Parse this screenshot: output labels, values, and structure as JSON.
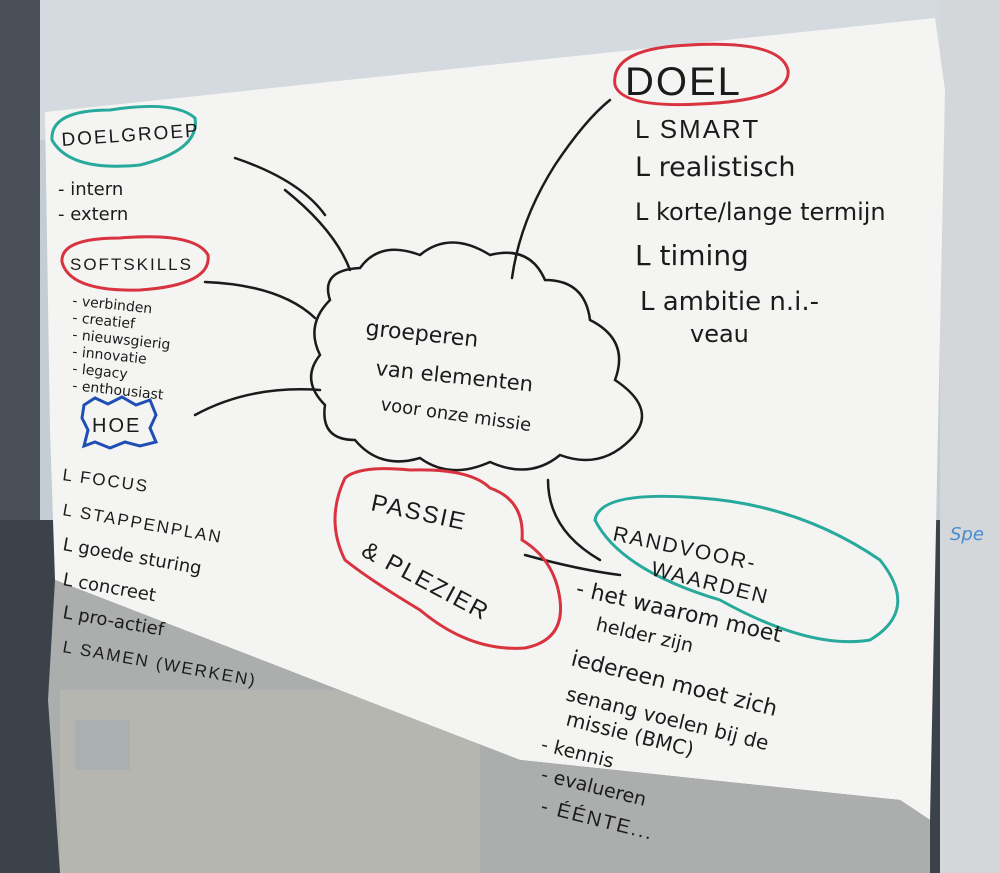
{
  "colors": {
    "paper": "#f4f4f2",
    "ink": "#1b1b1b",
    "red_marker": "#d8333f",
    "teal_marker": "#27a99b",
    "blue_marker": "#1f4fb5",
    "sky": "#c9d0d7",
    "water": "#6f6b52",
    "frame": "#3d4248"
  },
  "center": {
    "lines": [
      "groeperen",
      "van elementen",
      "voor onze missie"
    ]
  },
  "doelgroep": {
    "title": "DOELGROEP",
    "items": [
      "- intern",
      "- extern"
    ]
  },
  "softskills": {
    "title": "SOFTSKILLS",
    "items": [
      "- verbinden",
      "- creatief",
      "- nieuwsgierig",
      "- innovatie",
      "- legacy",
      "- enthousiast"
    ]
  },
  "hoe": {
    "title": "HOE",
    "items": [
      "L FOCUS",
      "L STAPPENPLAN",
      "L goede sturing",
      "L concreet",
      "L pro-actief",
      "L SAMEN (WERKEN)"
    ]
  },
  "doel": {
    "title": "DOEL",
    "items": [
      "L SMART",
      "L realistisch",
      "L korte/lange termijn",
      "L timing",
      "L ambitie n.i.-",
      "veau"
    ]
  },
  "passie": {
    "lines": [
      "PASSIE",
      "& PLEZIER"
    ]
  },
  "randvoorwaarden": {
    "lines": [
      "RANDVOOR-",
      "WAARDEN"
    ],
    "items": [
      "- het waarom moet",
      "helder zijn",
      "iedereen moet zich",
      "senang voelen bij de",
      "missie (BMC)",
      "- kennis",
      "- evalueren",
      "- ÉÉNTE..."
    ]
  },
  "background_text": "Spe"
}
